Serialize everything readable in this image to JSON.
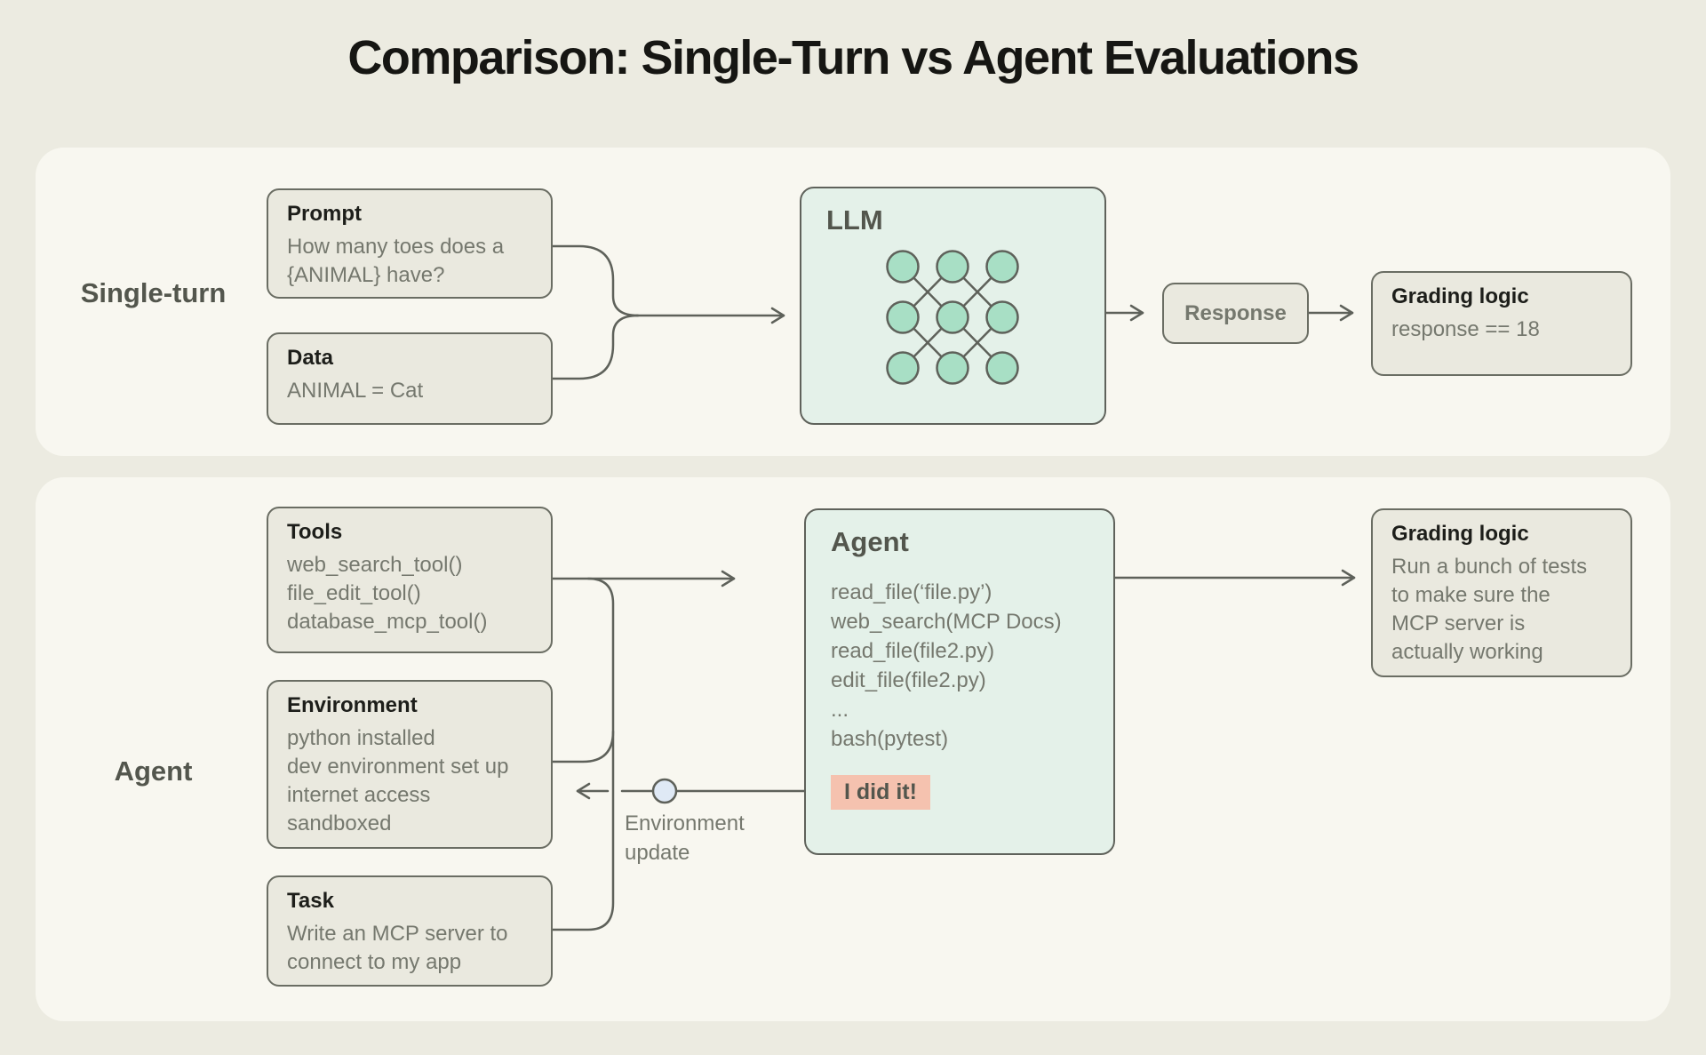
{
  "title": "Comparison: Single-Turn vs Agent Evaluations",
  "colors": {
    "page-bg": "#ECEBE1",
    "panel-bg": "#F8F7F0",
    "box-bg": "#EAE9DF",
    "box-border": "#6A6D63",
    "mint-bg": "#E4F1E9",
    "mint-border": "#5F625B",
    "node-fill": "#A8DFC5",
    "update-node-fill": "#DFE9F5",
    "line": "#5E615A",
    "title": "#161613",
    "heading": "#1D1E1A",
    "body": "#75786E",
    "label": "#53564D",
    "badge-bg": "#F5C2AF"
  },
  "single_turn": {
    "row_label": "Single-turn",
    "prompt": {
      "title": "Prompt",
      "lines": [
        "How many toes does a",
        "{ANIMAL} have?"
      ]
    },
    "data": {
      "title": "Data",
      "lines": [
        "ANIMAL = Cat"
      ]
    },
    "llm": {
      "title": "LLM"
    },
    "response": {
      "label": "Response"
    },
    "grading": {
      "title": "Grading logic",
      "lines": [
        "response == 18"
      ]
    }
  },
  "agent": {
    "row_label": "Agent",
    "tools": {
      "title": "Tools",
      "lines": [
        "web_search_tool()",
        "file_edit_tool()",
        "database_mcp_tool()"
      ]
    },
    "environment": {
      "title": "Environment",
      "lines": [
        "python installed",
        "dev environment set up",
        "internet access",
        "sandboxed"
      ]
    },
    "task": {
      "title": "Task",
      "lines": [
        "Write an MCP server to",
        "connect to my app"
      ]
    },
    "agent_box": {
      "title": "Agent",
      "lines": [
        "read_file(‘file.py’)",
        "web_search(MCP Docs)",
        "read_file(file2.py)",
        "edit_file(file2.py)",
        "...",
        "bash(pytest)"
      ],
      "badge": "I did it!"
    },
    "env_update": {
      "lines": [
        "Environment",
        "update"
      ]
    },
    "grading": {
      "title": "Grading logic",
      "lines": [
        "Run a bunch of tests",
        "to make sure the",
        "MCP server is",
        "actually working"
      ]
    }
  }
}
